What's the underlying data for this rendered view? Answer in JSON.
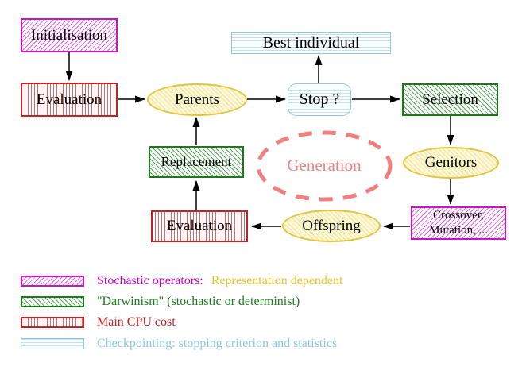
{
  "diagram": {
    "title_hint": "Evolutionary algorithm generation loop",
    "nodes": {
      "initialisation": {
        "label": "Initialisation",
        "style": "magenta-diagonal-hatch"
      },
      "evaluation_top": {
        "label": "Evaluation",
        "style": "red-vertical-stripes"
      },
      "parents": {
        "label": "Parents",
        "style": "yellow-hatched-ellipse"
      },
      "best_individual": {
        "label": "Best individual",
        "style": "cyan-horizontal-stripes"
      },
      "stop": {
        "label": "Stop ?",
        "style": "cyan-horizontal-stripes-rounded"
      },
      "selection": {
        "label": "Selection",
        "style": "green-diagonal-hatch"
      },
      "replacement": {
        "label": "Replacement",
        "style": "green-diagonal-hatch"
      },
      "generation": {
        "label": "Generation",
        "style": "salmon-dashed-ellipse"
      },
      "genitors": {
        "label": "Genitors",
        "style": "yellow-hatched-ellipse"
      },
      "evaluation_bottom": {
        "label": "Evaluation",
        "style": "red-vertical-stripes"
      },
      "offspring": {
        "label": "Offspring",
        "style": "yellow-hatched-ellipse"
      },
      "crossover": {
        "line1": "Crossover,",
        "line2": "Mutation, ...",
        "style": "magenta-diagonal-hatch"
      }
    },
    "edges": [
      {
        "from": "Initialisation",
        "to": "Evaluation"
      },
      {
        "from": "Evaluation",
        "to": "Parents"
      },
      {
        "from": "Parents",
        "to": "Stop ?"
      },
      {
        "from": "Stop ?",
        "to": "Best individual"
      },
      {
        "from": "Stop ?",
        "to": "Selection"
      },
      {
        "from": "Selection",
        "to": "Genitors"
      },
      {
        "from": "Genitors",
        "to": "Crossover, Mutation, ..."
      },
      {
        "from": "Crossover, Mutation, ...",
        "to": "Offspring"
      },
      {
        "from": "Offspring",
        "to": "Evaluation (bottom)"
      },
      {
        "from": "Evaluation (bottom)",
        "to": "Replacement"
      },
      {
        "from": "Replacement",
        "to": "Parents"
      }
    ],
    "colors": {
      "magenta": "#cc00cc",
      "green": "#1a7a1a",
      "red": "#c22222",
      "cyan": "#8cc6e8",
      "gold": "#e8c52e",
      "yellow_border": "#e2c43e",
      "salmon": "#f08080",
      "background": "#ffffff"
    }
  },
  "legend": {
    "items": [
      {
        "swatch": "magenta-diagonal-hatch",
        "label": "Stochastic operators:",
        "label2": "Representation dependent"
      },
      {
        "swatch": "green-diagonal-hatch",
        "label": "\"Darwinism\" (stochastic or determinist)"
      },
      {
        "swatch": "red-vertical-stripes",
        "label": "Main CPU cost"
      },
      {
        "swatch": "cyan-horizontal-stripes",
        "label": "Checkpointing: stopping criterion and statistics"
      }
    ]
  }
}
